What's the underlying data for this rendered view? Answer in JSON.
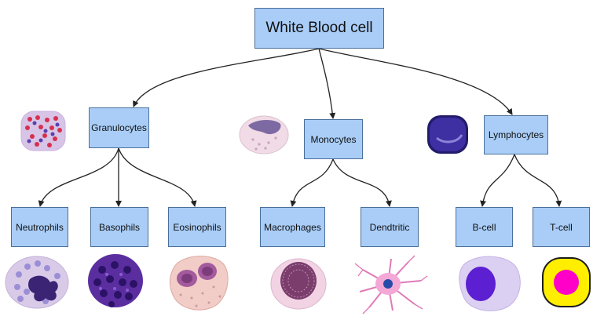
{
  "root": {
    "label": "White Blood cell"
  },
  "groups": [
    {
      "label": "Granulocytes",
      "icon": "granulocyte-cell-icon",
      "children": [
        {
          "label": "Neutrophils",
          "icon": "neutrophil-cell-icon"
        },
        {
          "label": "Basophils",
          "icon": "basophil-cell-icon"
        },
        {
          "label": "Eosinophils",
          "icon": "eosinophil-cell-icon"
        }
      ]
    },
    {
      "label": "Monocytes",
      "icon": "monocyte-cell-icon",
      "children": [
        {
          "label": "Macrophages",
          "icon": "macrophage-cell-icon"
        },
        {
          "label": "Dendtritic",
          "icon": "dendritic-cell-icon"
        }
      ]
    },
    {
      "label": "Lymphocytes",
      "icon": "lymphocyte-cell-icon",
      "children": [
        {
          "label": "B-cell",
          "icon": "b-cell-icon"
        },
        {
          "label": "T-cell",
          "icon": "t-cell-icon"
        }
      ]
    }
  ],
  "colors": {
    "box_fill": "#a9cdf7",
    "box_border": "#4a6f9a",
    "connector": "#222222"
  }
}
